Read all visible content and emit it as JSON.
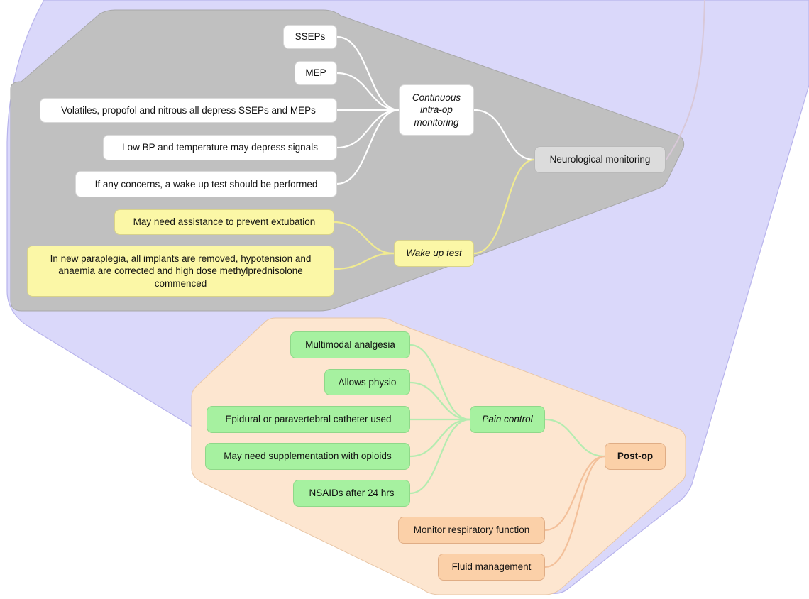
{
  "mind_map": {
    "neuro": {
      "label": "Neurological monitoring",
      "continuous": {
        "label": "Continuous intra-op monitoring",
        "items": [
          "SSEPs",
          "MEP",
          "Volatiles, propofol and nitrous all depress SSEPs and MEPs",
          "Low BP and temperature may depress signals",
          "If any concerns, a wake up test should be performed"
        ]
      },
      "wake": {
        "label": "Wake up test",
        "items": [
          "May need assistance to prevent extubation",
          "In new paraplegia, all implants are removed, hypotension and anaemia are corrected and high dose methylprednisolone commenced"
        ]
      }
    },
    "postop": {
      "label": "Post-op",
      "pain": {
        "label": "Pain control",
        "items": [
          "Multimodal analgesia",
          "Allows physio",
          "Epidural or paravertebral catheter used",
          "May need supplementation with opioids",
          "NSAIDs after 24 hrs"
        ]
      },
      "others": [
        "Monitor respiratory function",
        "Fluid management"
      ]
    }
  },
  "colors": {
    "outer_region": "#dad8fa",
    "grey_region": "#c0c0c0",
    "peach_region": "#fde6d0",
    "white_link": "#ffffff",
    "yellow_link": "#f1eb90",
    "green_link": "#b4ecb0",
    "peach_link": "#f3c09a"
  }
}
